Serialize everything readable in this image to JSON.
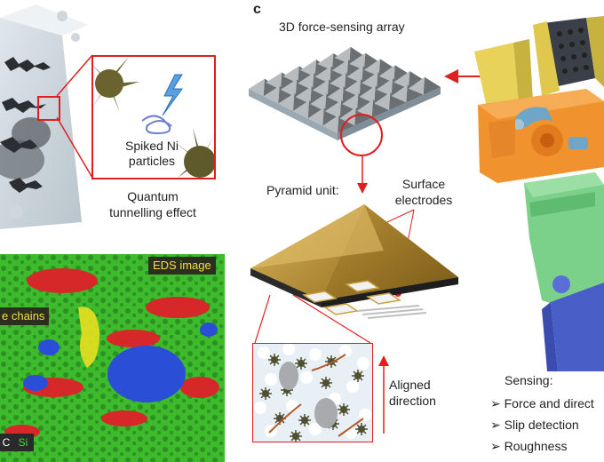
{
  "panel_letter": "c",
  "labels": {
    "array_title": "3D force-sensing array",
    "pyramid_unit": "Pyramid unit:",
    "surface_electrodes_1": "Surface",
    "surface_electrodes_2": "electrodes",
    "spiked_ni_1": "Spiked Ni",
    "spiked_ni_2": "particles",
    "quantum_1": "Quantum",
    "quantum_2": "tunnelling effect",
    "eds_image": "EDS image",
    "chains_fragment": "e chains",
    "aligned_1": "Aligned",
    "aligned_2": "direction",
    "elem_c": "C",
    "elem_si": "Si"
  },
  "sensing": {
    "title": "Sensing:",
    "items": [
      "Force and direct",
      "Slip detection",
      "Roughness"
    ]
  },
  "colors": {
    "red": "#e02020",
    "gold": "#b8902a",
    "eds_green": "#3dbb2d",
    "eds_red": "#d62828",
    "eds_blue": "#2a4fd6",
    "eds_yellow": "#e8e020"
  }
}
